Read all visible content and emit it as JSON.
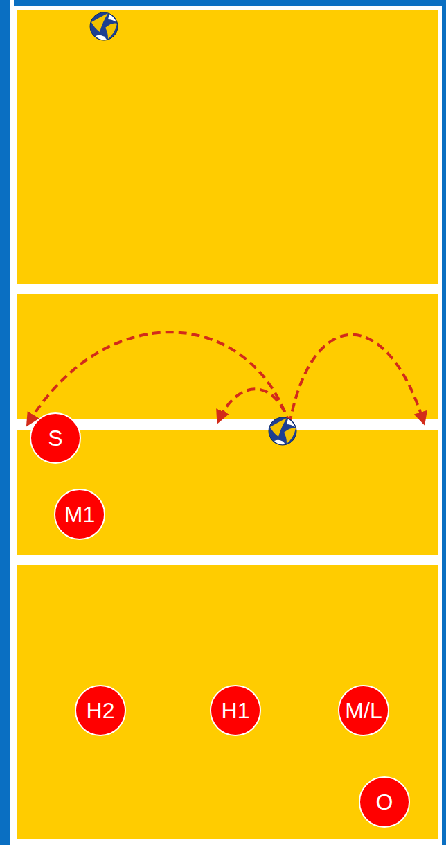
{
  "diagram": {
    "nodes": [
      {
        "text": [
          "S"
        ]
      },
      {
        "text": [
          "M1"
        ]
      },
      {
        "text": [
          "H2"
        ]
      },
      {
        "text": [
          "H1"
        ]
      },
      {
        "text": [
          "M/L"
        ]
      },
      {
        "text": [
          "O"
        ]
      }
    ]
  }
}
